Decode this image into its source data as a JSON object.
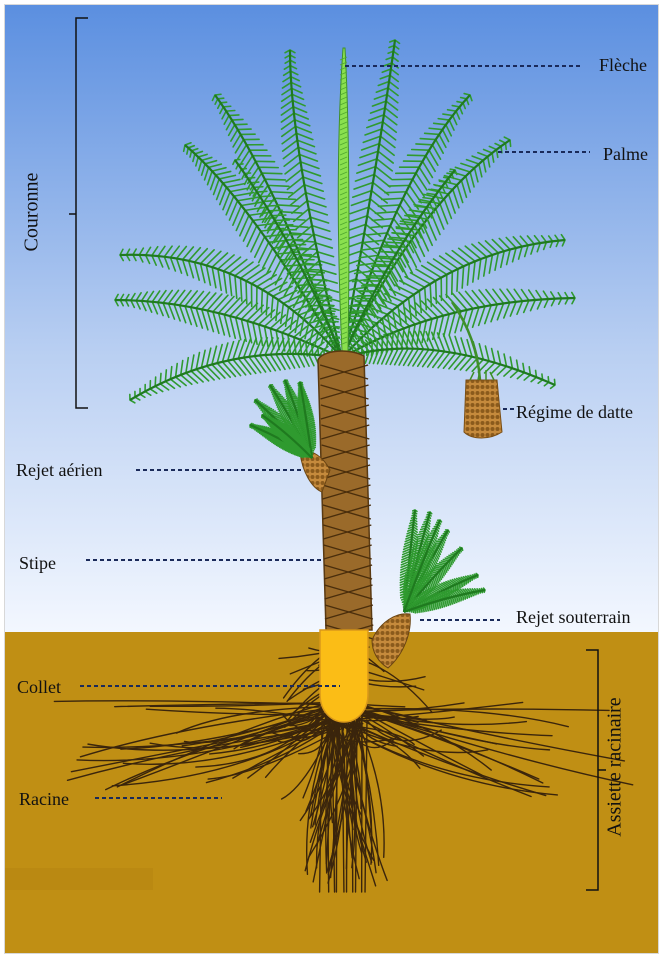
{
  "labels": {
    "fleche": "Flèche",
    "palme": "Palme",
    "couronne": "Couronne",
    "regime": "Régime de datte",
    "rejet_aerien": "Rejet aérien",
    "stipe": "Stipe",
    "rejet_souterrain": "Rejet souterrain",
    "collet": "Collet",
    "racine": "Racine",
    "assiette": "Assiette racinaire"
  },
  "colors": {
    "sky_top": "#5b8fe0",
    "sky_bottom": "#f2f7ff",
    "soil": "#c08f14",
    "soil_dark": "#a87a10",
    "trunk": "#9a6a2a",
    "trunk_line": "#5a3a12",
    "leaf": "#2f9a2f",
    "leaf_light": "#7fdc4a",
    "collet": "#fbbd16",
    "root": "#3a250c",
    "guide": "#1a2a5a"
  }
}
